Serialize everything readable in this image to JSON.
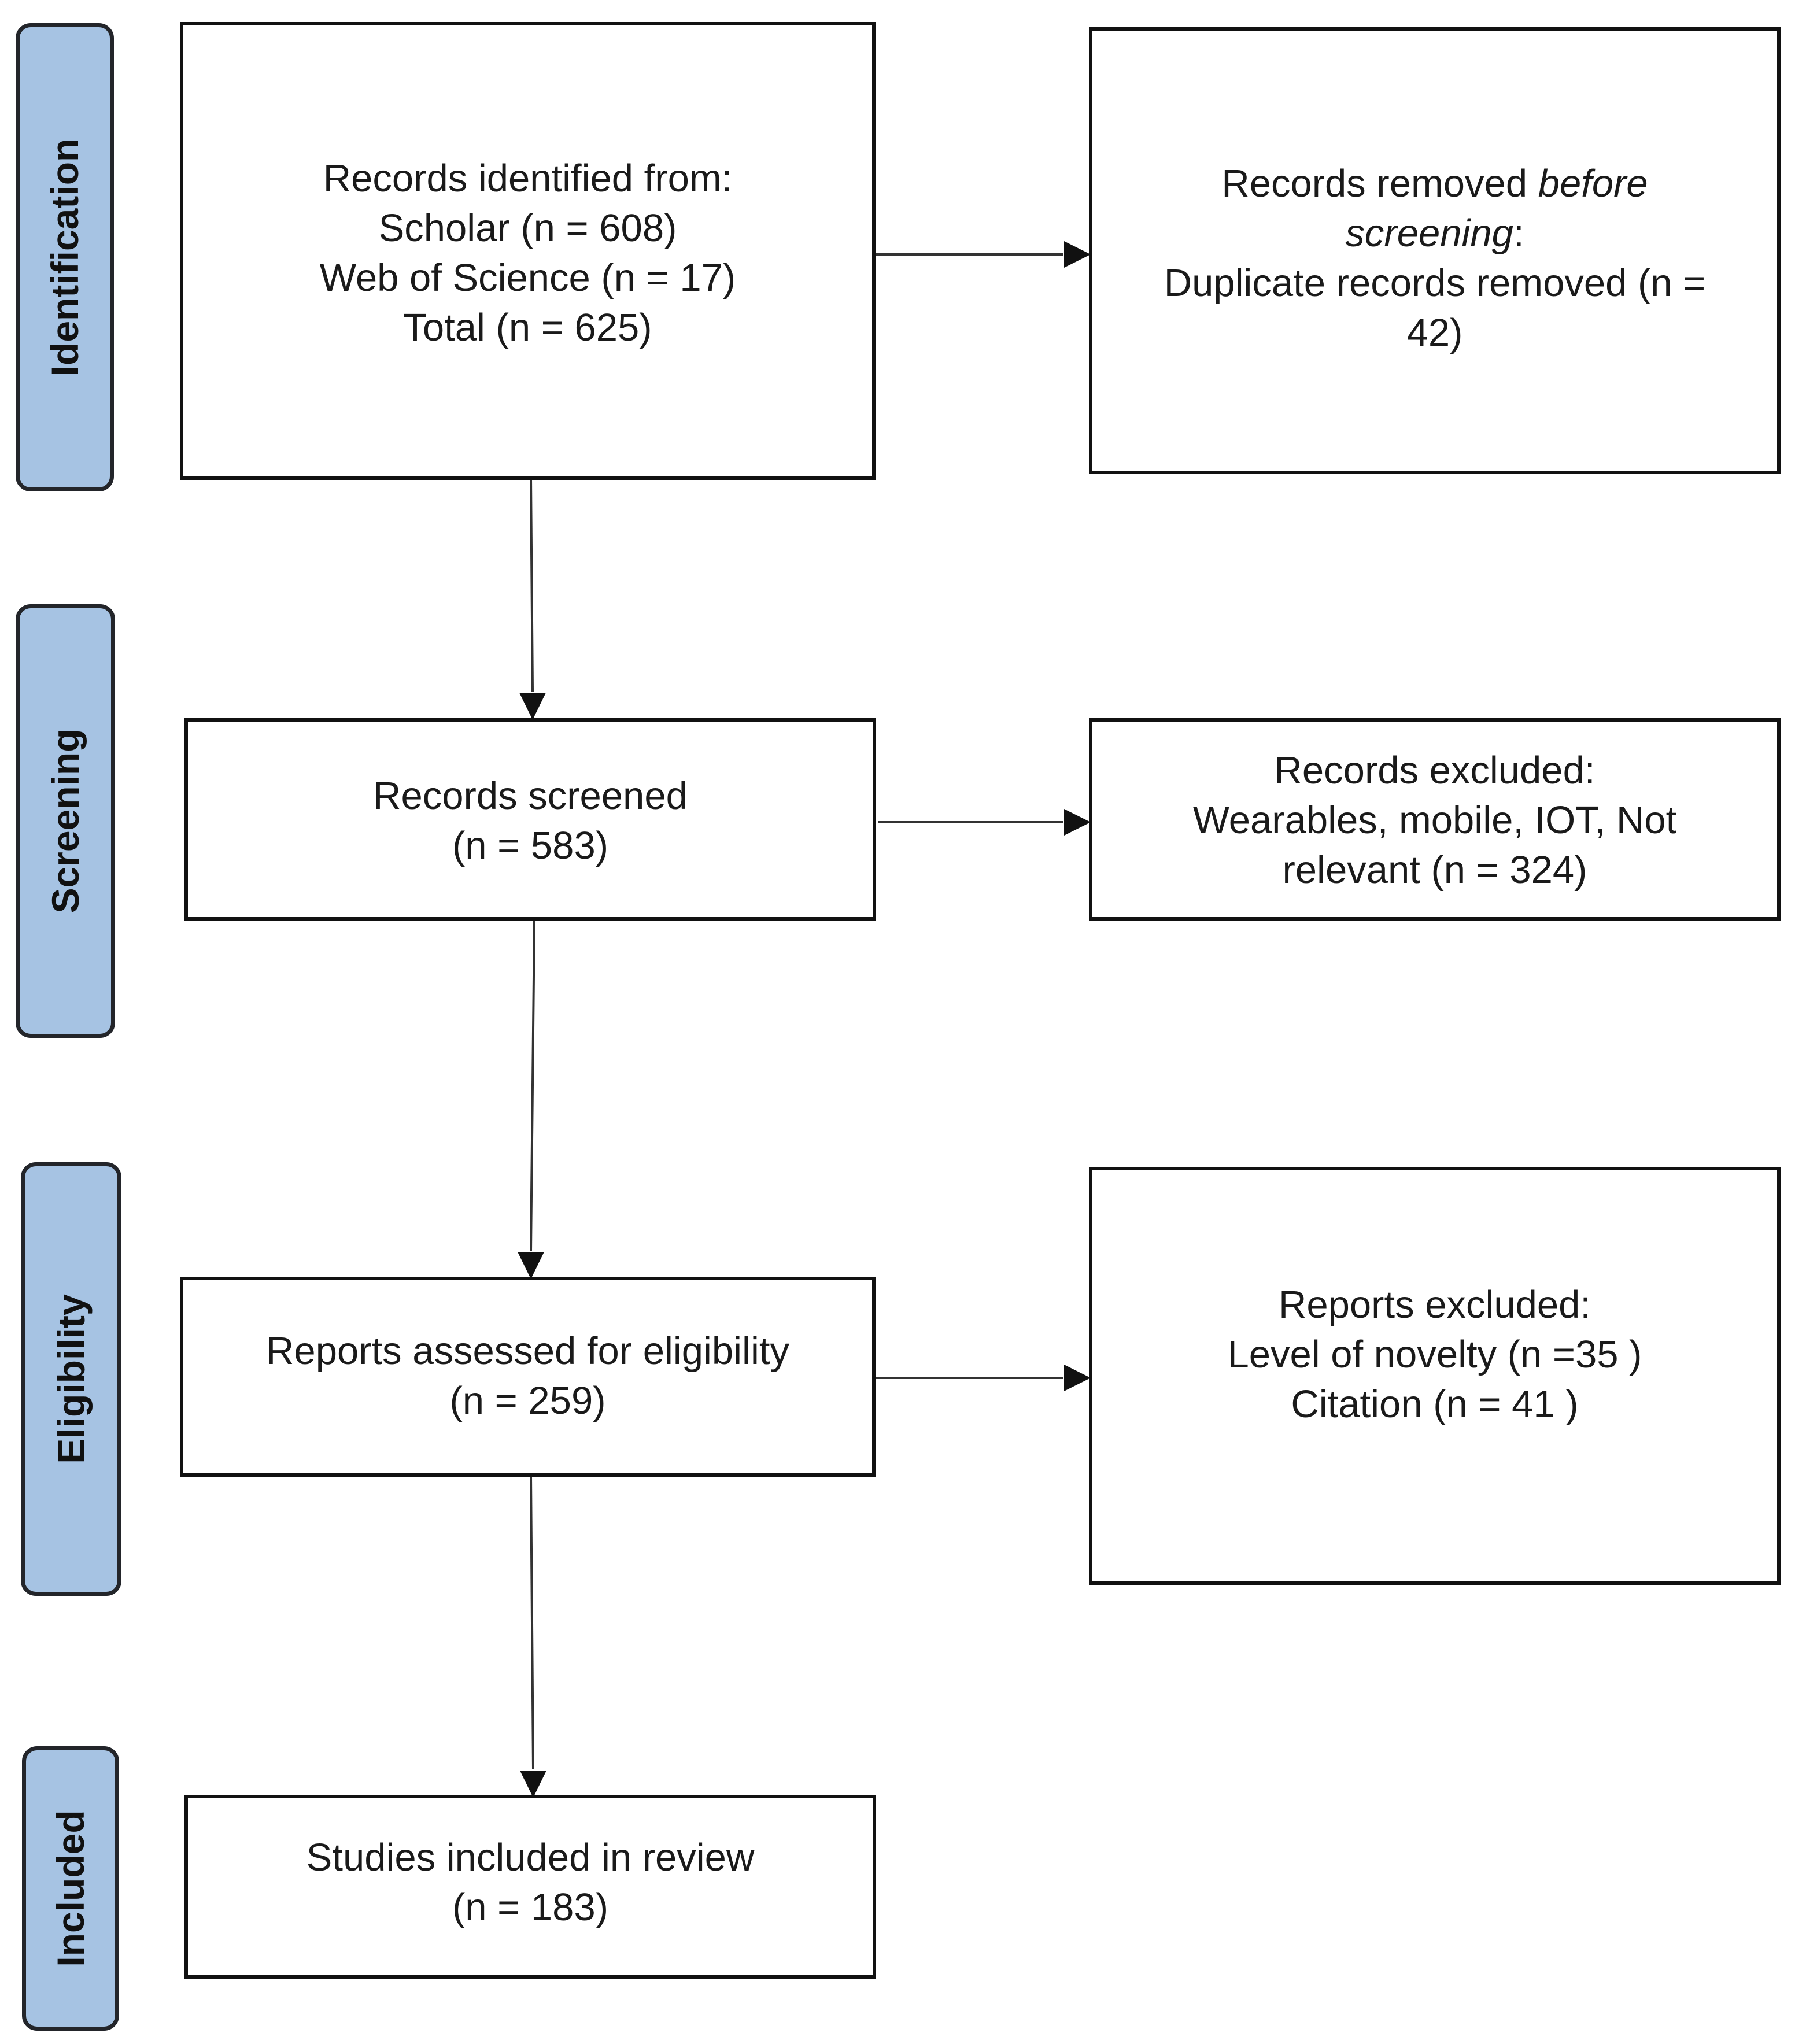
{
  "phases": {
    "identification": "Identification",
    "screening": "Screening",
    "eligibility": "Eligibility",
    "included": "Included"
  },
  "identified": {
    "heading": "Records identified from:",
    "scholar": "Scholar (n = 608)",
    "wos": "Web of Science (n = 17)",
    "total": "Total (n = 625)"
  },
  "removed": {
    "part1": "Records removed ",
    "part2_italic": "before",
    "part3_italic": "screening",
    "part4": ":",
    "line3": "Duplicate records removed  (n =",
    "line4": "42)"
  },
  "screened": {
    "line1": "Records screened",
    "line2": "(n = 583)"
  },
  "excluded": {
    "line1": "Records excluded:",
    "line2": "Wearables, mobile, IOT, Not",
    "line3": "relevant (n = 324)"
  },
  "assessed": {
    "line1": "Reports assessed for eligibility",
    "line2": "(n = 259)"
  },
  "reports_excluded": {
    "line1": "Reports excluded:",
    "line2": "Level of novelty (n =35 )",
    "line3": "Citation (n = 41 )"
  },
  "included": {
    "line1": "Studies included in review",
    "line2": "(n = 183)"
  },
  "colors": {
    "phase_fill": "#a6c3e3",
    "border": "#111111"
  }
}
